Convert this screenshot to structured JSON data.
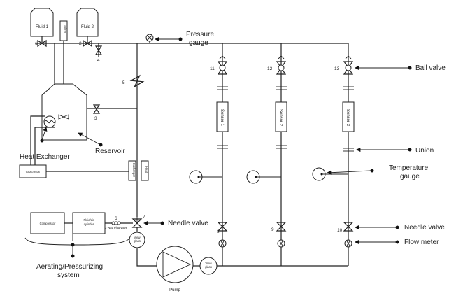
{
  "labels": {
    "fluid1": "Fluid 1",
    "fluid2": "Fluid 2",
    "stirrer": "Stirrer",
    "pressure_gauge": "Pressure\ngauge",
    "heat_exchanger": "Heat Exchanger",
    "reservoir": "Reservoir",
    "water_bath": "Water bath",
    "exchanger_small": "Exchanger",
    "heat": "Heat",
    "compressor": "Compressor",
    "fluid_air_cylinder": "Fluid/air\ncylinder",
    "three_way_valve": "3 Way Plug valve",
    "needle_valve_left": "Needle valve",
    "view_glass_1": "View\nglass",
    "view_glass_2": "View\nglass",
    "pump": "Pump",
    "aerating": "Aerating/Pressurizing\nsystem",
    "sensor1": "Sensor 1",
    "sensor2": "Sensor 2",
    "sensor3": "Sensor 3",
    "ball_valve": "Ball valve",
    "union": "Union",
    "temperature_gauge": "Temperature\ngauge",
    "needle_valve_right": "Needle valve",
    "flow_meter": "Flow meter"
  },
  "valve_numbers": {
    "v1": "1",
    "v2": "2",
    "v3": "3",
    "v4": "4",
    "v5": "5",
    "v6": "6",
    "v7": "7",
    "v8": "8",
    "v9": "9",
    "v10": "10",
    "v11": "11",
    "v12": "12",
    "v13": "13"
  }
}
